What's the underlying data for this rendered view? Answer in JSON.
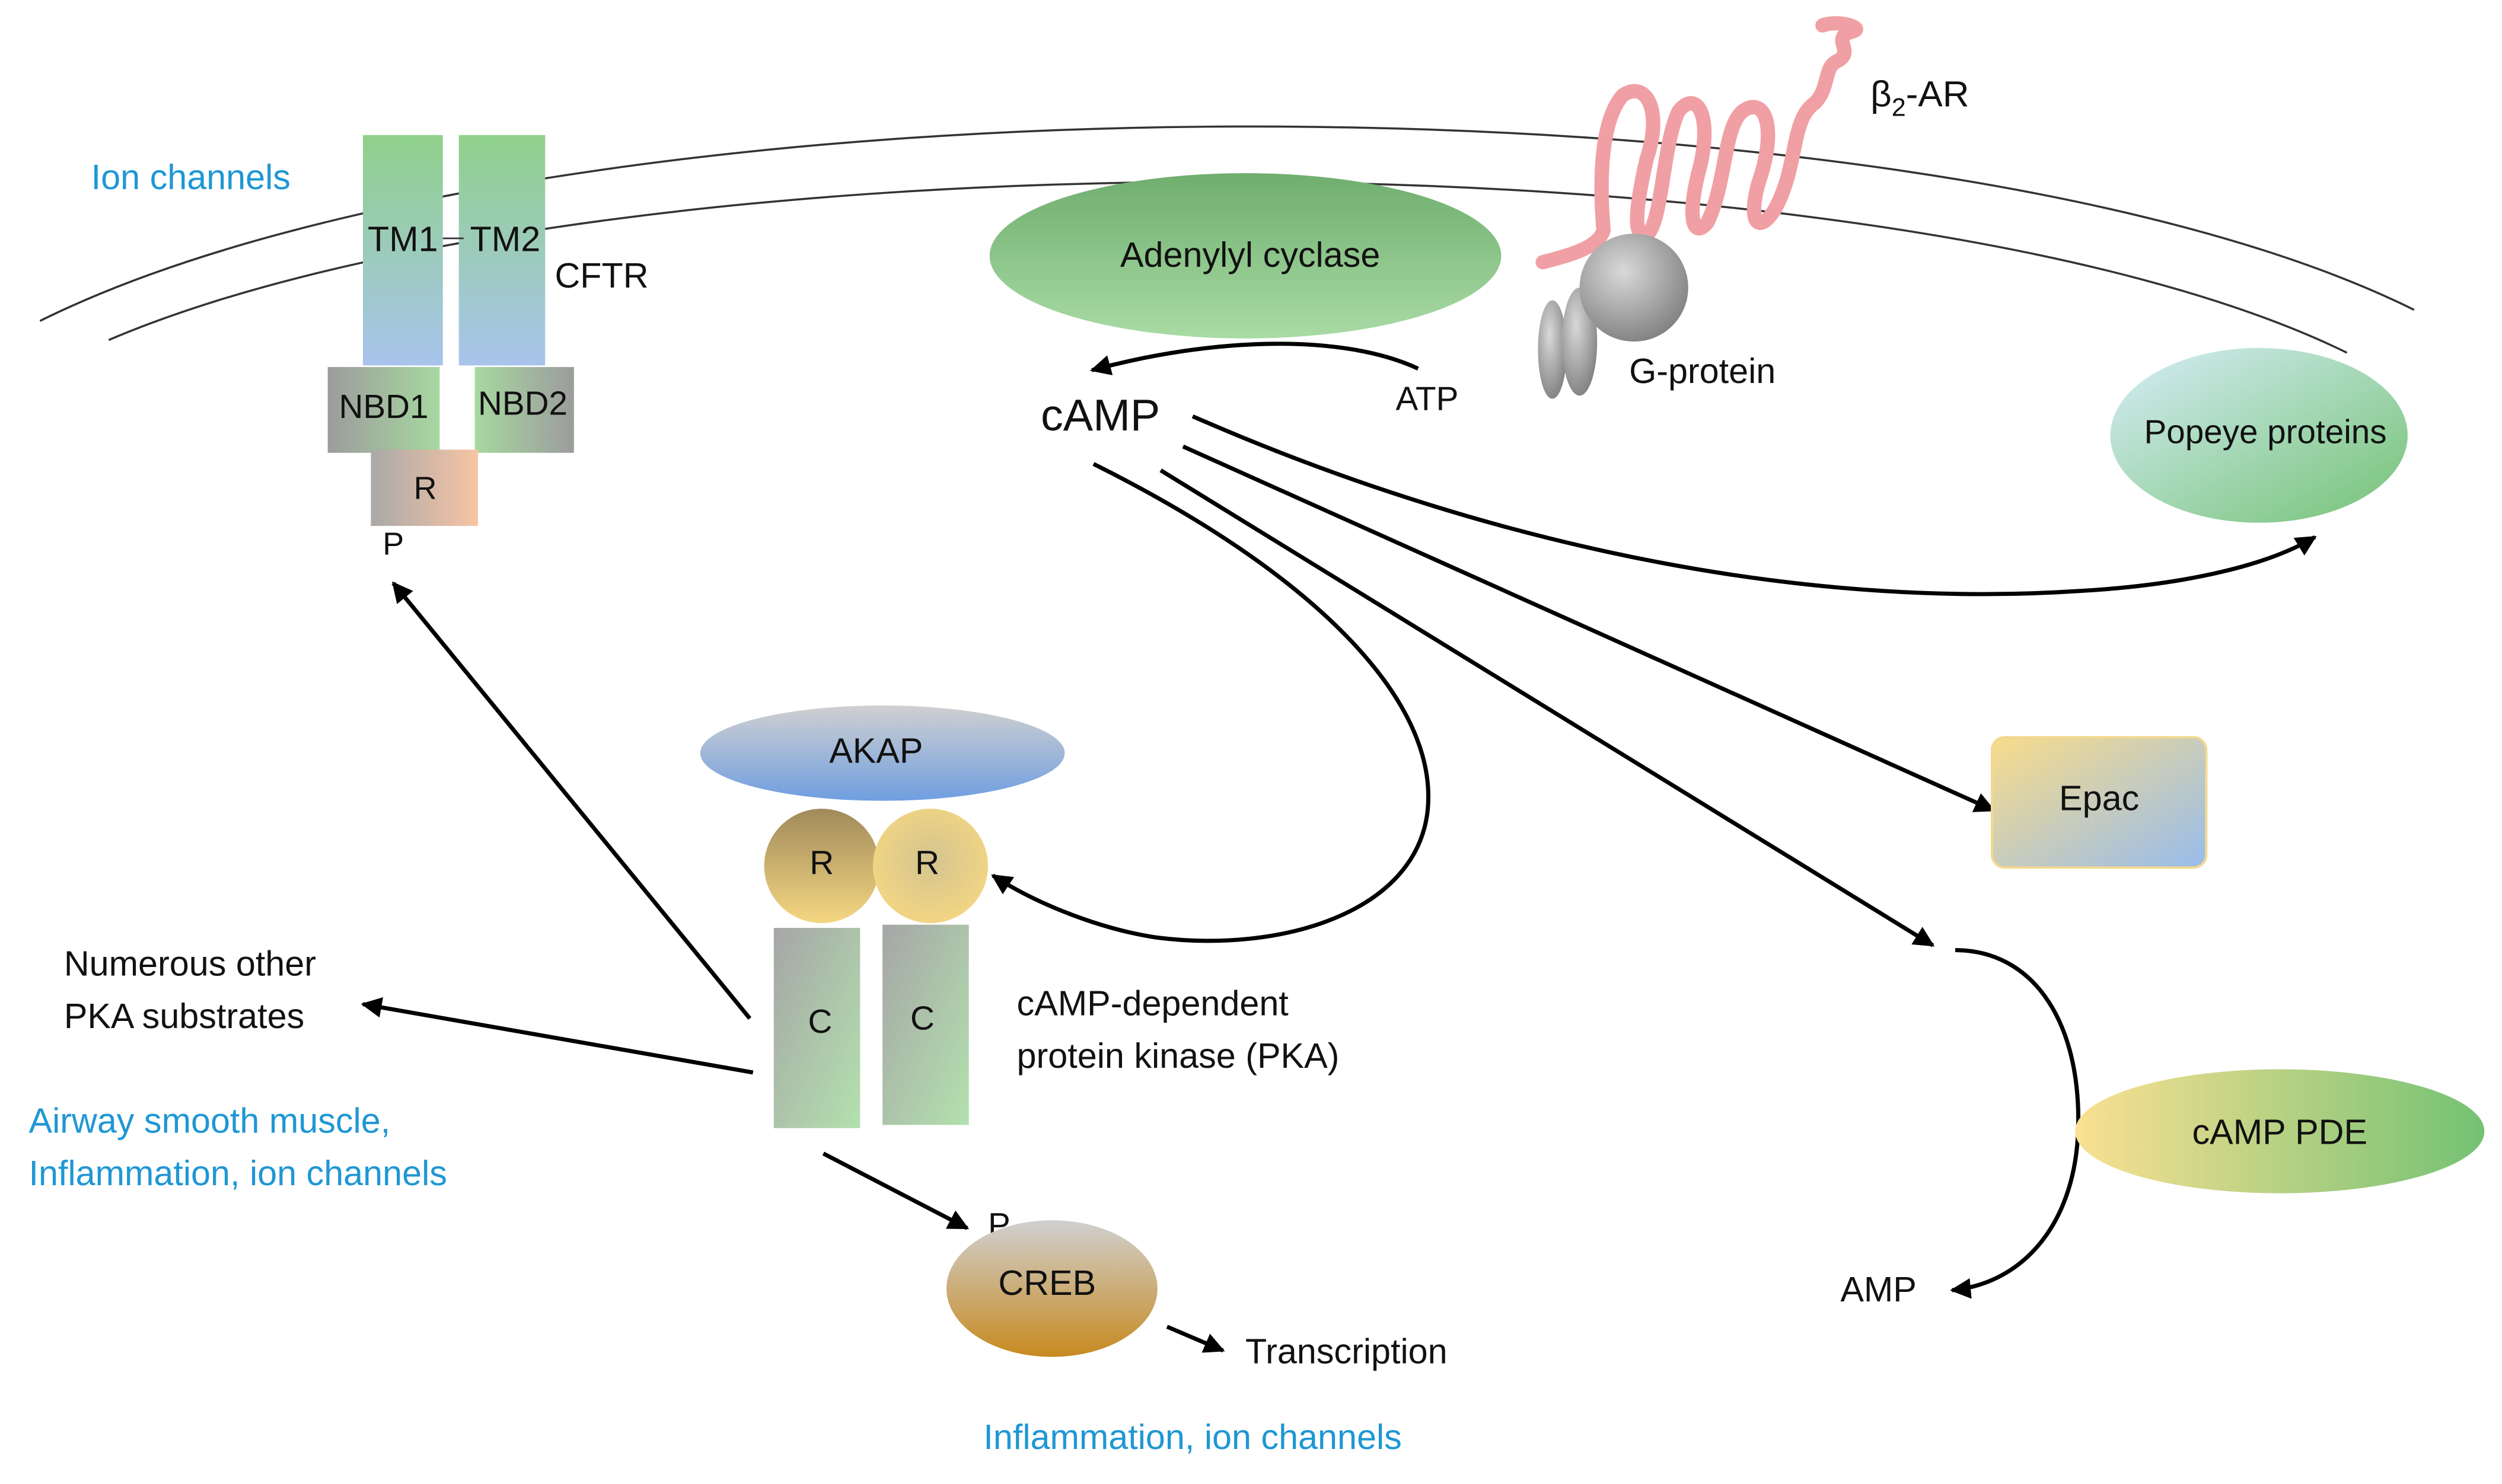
{
  "labels": {
    "ion_channels": "Ion channels",
    "tm1": "TM1",
    "tm2": "TM2",
    "cftr": "CFTR",
    "nbd1": "NBD1",
    "nbd2": "NBD2",
    "r_cftr": "R",
    "p_cftr": "P",
    "adenylyl_cyclase": "Adenylyl cyclase",
    "camp": "cAMP",
    "atp": "ATP",
    "beta": "β",
    "beta_sub": "2",
    "beta_suffix": "-AR",
    "g_protein": "G-protein",
    "popeye": "Popeye proteins",
    "akap": "AKAP",
    "r1": "R",
    "r2": "R",
    "c1": "C",
    "c2": "C",
    "pka_line1": "cAMP-dependent",
    "pka_line2": "protein kinase (PKA)",
    "epac": "Epac",
    "substrates_line1": "Numerous other",
    "substrates_line2": "PKA substrates",
    "airway_line1": "Airway smooth muscle,",
    "airway_line2": "Inflammation, ion channels",
    "p_creb": "P",
    "creb": "CREB",
    "transcription": "Transcription",
    "creb_effects": "Inflammation, ion channels",
    "pde": "cAMP PDE",
    "amp": "AMP"
  },
  "colors": {
    "text": "#111111",
    "effect_text_blue": "#1f97d4",
    "receptor_pink": "#f0a0a4",
    "green": "#8fd18a",
    "light_blue": "#a8c4ec",
    "gray": "#9a9a9a",
    "peach": "#f6c3a6",
    "gold": "#f7d98a",
    "brown": "#b07d3c"
  }
}
